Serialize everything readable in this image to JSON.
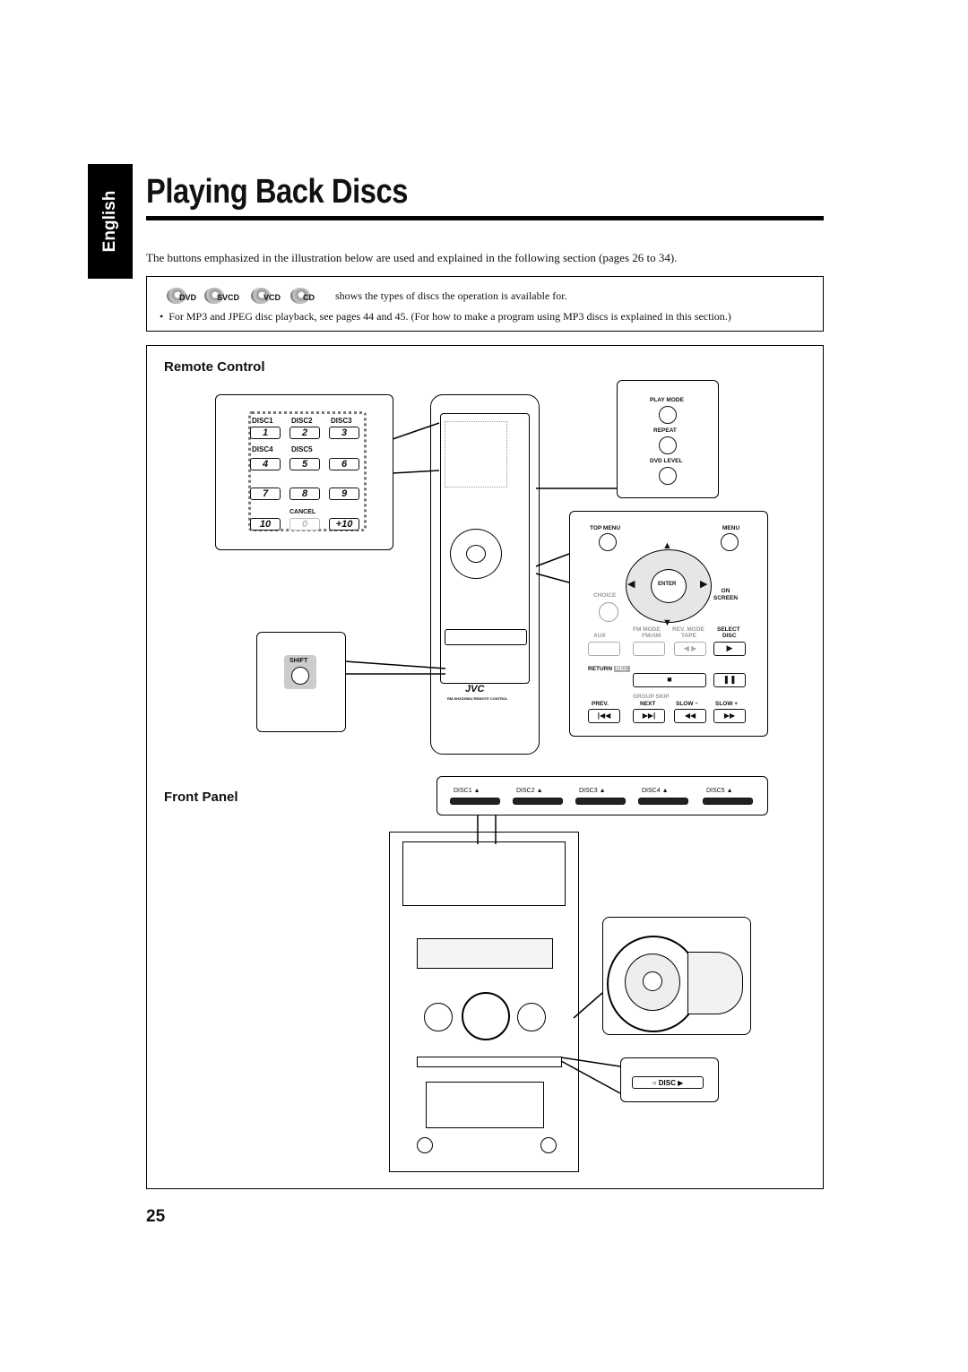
{
  "side_tab": {
    "label": "English"
  },
  "title": "Playing Back Discs",
  "intro": "The buttons emphasized in the illustration below are used and explained in the following section (pages 26 to 34).",
  "info": {
    "disc_types": [
      "DVD",
      "SVCD",
      "VCD",
      "CD"
    ],
    "line1": "shows the types of discs the operation is available for.",
    "line2": "For MP3 and JPEG disc playback, see pages 44 and 45. (For how to make a program using MP3 discs is explained in this section.)"
  },
  "sections": {
    "remote_title": "Remote Control",
    "front_title": "Front Panel"
  },
  "disc_panel": {
    "labels": [
      "DISC1",
      "DISC2",
      "DISC3",
      "DISC4",
      "DISC5"
    ],
    "keys": [
      "1",
      "2",
      "3",
      "4",
      "5",
      "6",
      "7",
      "8",
      "9",
      "10",
      "0",
      "+10"
    ],
    "cancel": "CANCEL"
  },
  "shift_panel": {
    "label": "SHIFT"
  },
  "play_mode_panel": {
    "labels": [
      "PLAY MODE",
      "REPEAT",
      "DVD LEVEL"
    ]
  },
  "nav_panel": {
    "top_menu": "TOP MENU",
    "menu": "MENU",
    "enter": "ENTER",
    "choice": "CHOICE",
    "on_screen": "ON\nSCREEN",
    "fm_mode": "FM MODE",
    "rev_mode": "REV. MODE",
    "select": "SELECT",
    "aux": "AUX",
    "fm_am": "FM/AM",
    "tape": "TAPE",
    "disc": "DISC",
    "return": "RETURN",
    "rec": "REC",
    "group_skip": "GROUP SKIP",
    "prev": "PREV.",
    "next": "NEXT",
    "slow_minus": "SLOW −",
    "slow_plus": "SLOW +"
  },
  "remote": {
    "brand": "JVC",
    "model": "RM-SHXZ55DU REMOTE CONTROL"
  },
  "front_disc_strip": {
    "labels": [
      "DISC1",
      "DISC2",
      "DISC3",
      "DISC4",
      "DISC5"
    ]
  },
  "front_disc_button": {
    "label": "DISC"
  },
  "page_number": "25"
}
